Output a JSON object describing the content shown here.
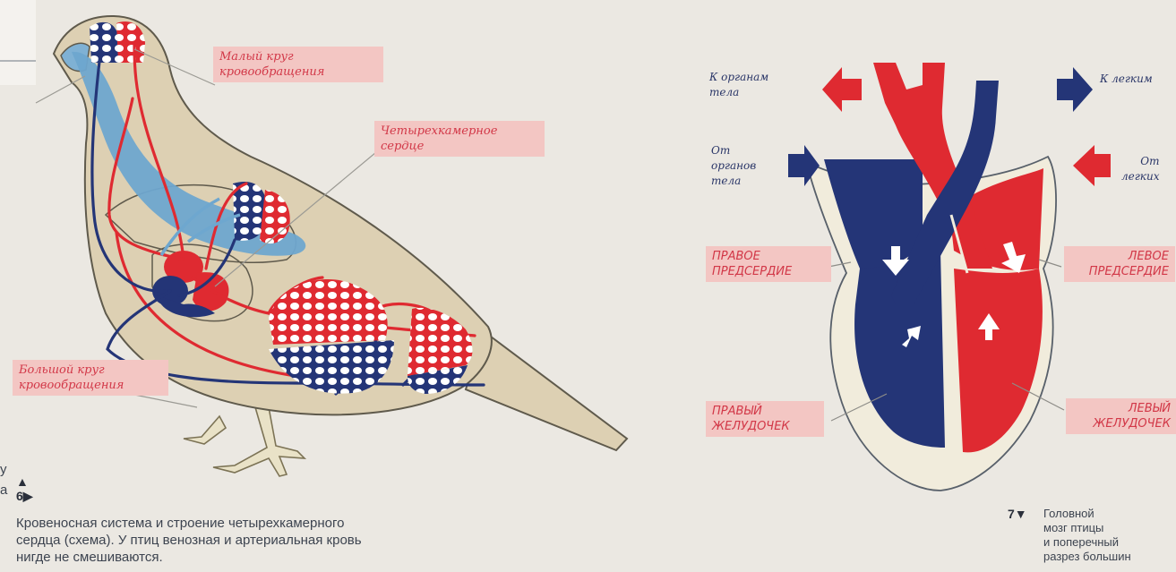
{
  "colors": {
    "background": "#ebe8e2",
    "bird_body": "#ddd0b3",
    "arterial": "#df2a31",
    "venous": "#243577",
    "pulmonary_light": "#6ea7cf",
    "label_bg": "#f3c6c3",
    "label_text": "#d23848"
  },
  "figure6": {
    "number": "6",
    "labels": {
      "small_circle": "Малый круг\nкровообращения",
      "four_chamber_heart": "Четырехкамерное\nсердце",
      "big_circle": "Большой круг\nкровообращения"
    },
    "caption": "Кровеносная система и строение четырехкамерного\nсердца (схема). У птиц венозная и артериальная кровь\nнигде не смешиваются."
  },
  "heart": {
    "to_body_organs": "К органам\nтела",
    "to_lungs": "К легким",
    "from_body_organs": "От\nорганов\nтела",
    "from_lungs": "От\nлегких",
    "right_atrium": "ПРАВОЕ\nПРЕДСЕРДИЕ",
    "left_atrium": "ЛЕВОЕ\nПРЕДСЕРДИЕ",
    "right_ventricle": "ПРАВЫЙ\nЖЕЛУДОЧЕК",
    "left_ventricle": "ЛЕВЫЙ\nЖЕЛУДОЧЕК"
  },
  "figure7": {
    "number": "7",
    "caption": "Головной\nмозг птицы\nи поперечный\nразрез большин"
  },
  "edge_fragments": {
    "a": "у",
    "b": "а"
  }
}
